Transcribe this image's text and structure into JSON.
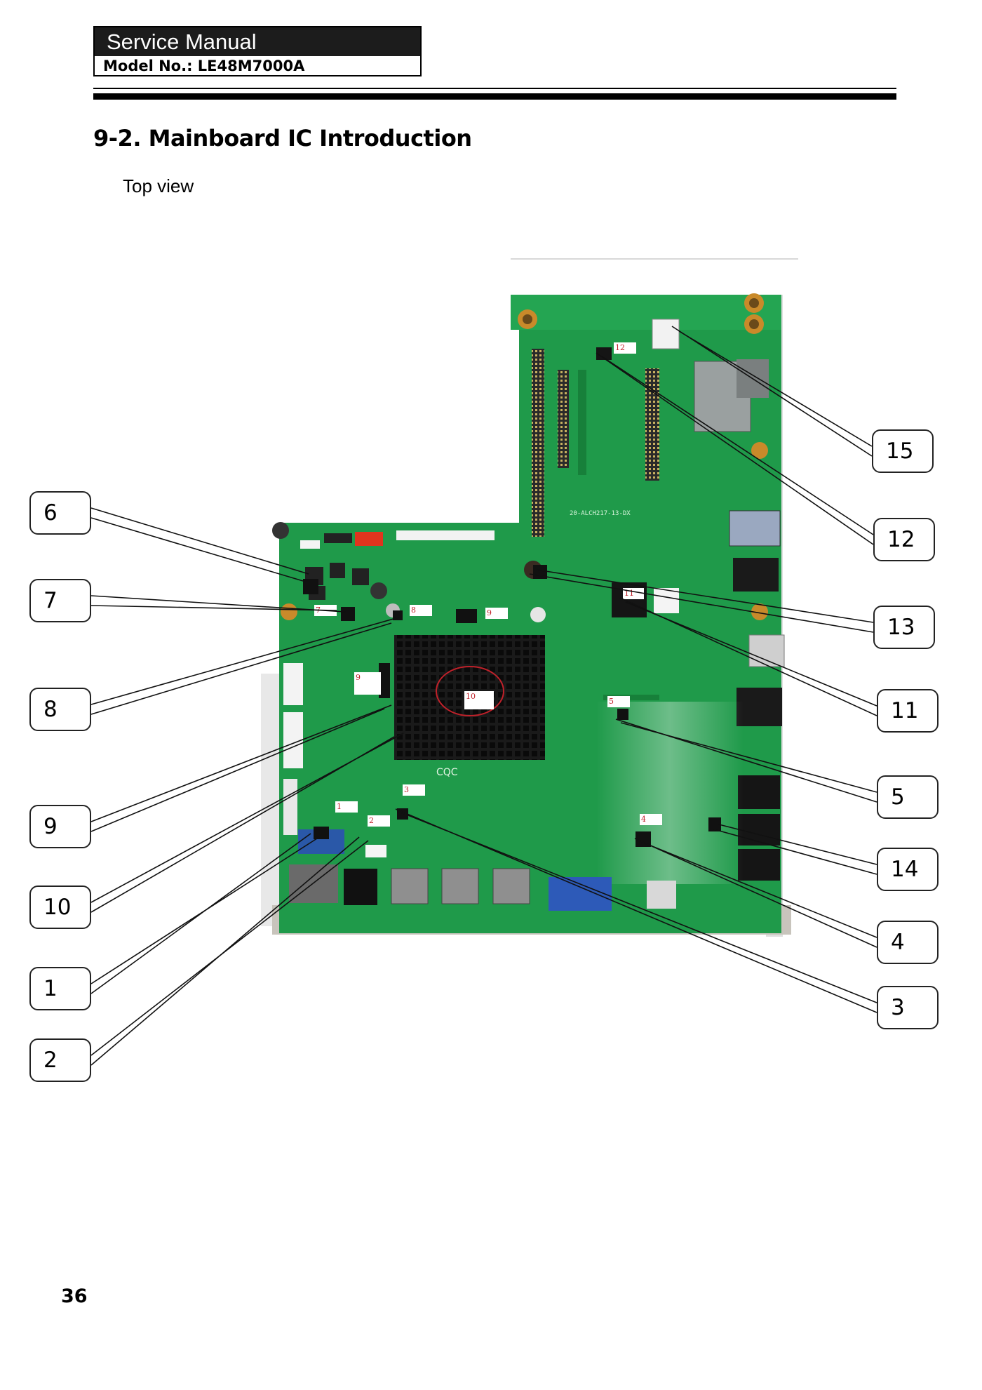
{
  "header": {
    "title": "Service Manual",
    "model": "Model No.: LE48M7000A"
  },
  "section_title": "9-2. Mainboard IC Introduction",
  "subtitle": "Top view",
  "page_number": "36",
  "board_silkscreen": "20-ALCH217-13-DX",
  "board_cert_mark": "CQC",
  "callouts": [
    "1",
    "2",
    "3",
    "4",
    "5",
    "6",
    "7",
    "8",
    "9",
    "10",
    "11",
    "12",
    "13",
    "14",
    "15"
  ],
  "chip_tags": [
    "1",
    "2",
    "3",
    "4",
    "5",
    "7",
    "8",
    "9",
    "9",
    "10",
    "11",
    "12"
  ],
  "colors": {
    "pcb": "#1f9a4a",
    "heatsink": "#141414",
    "header_bar": "#1c1c1c"
  }
}
